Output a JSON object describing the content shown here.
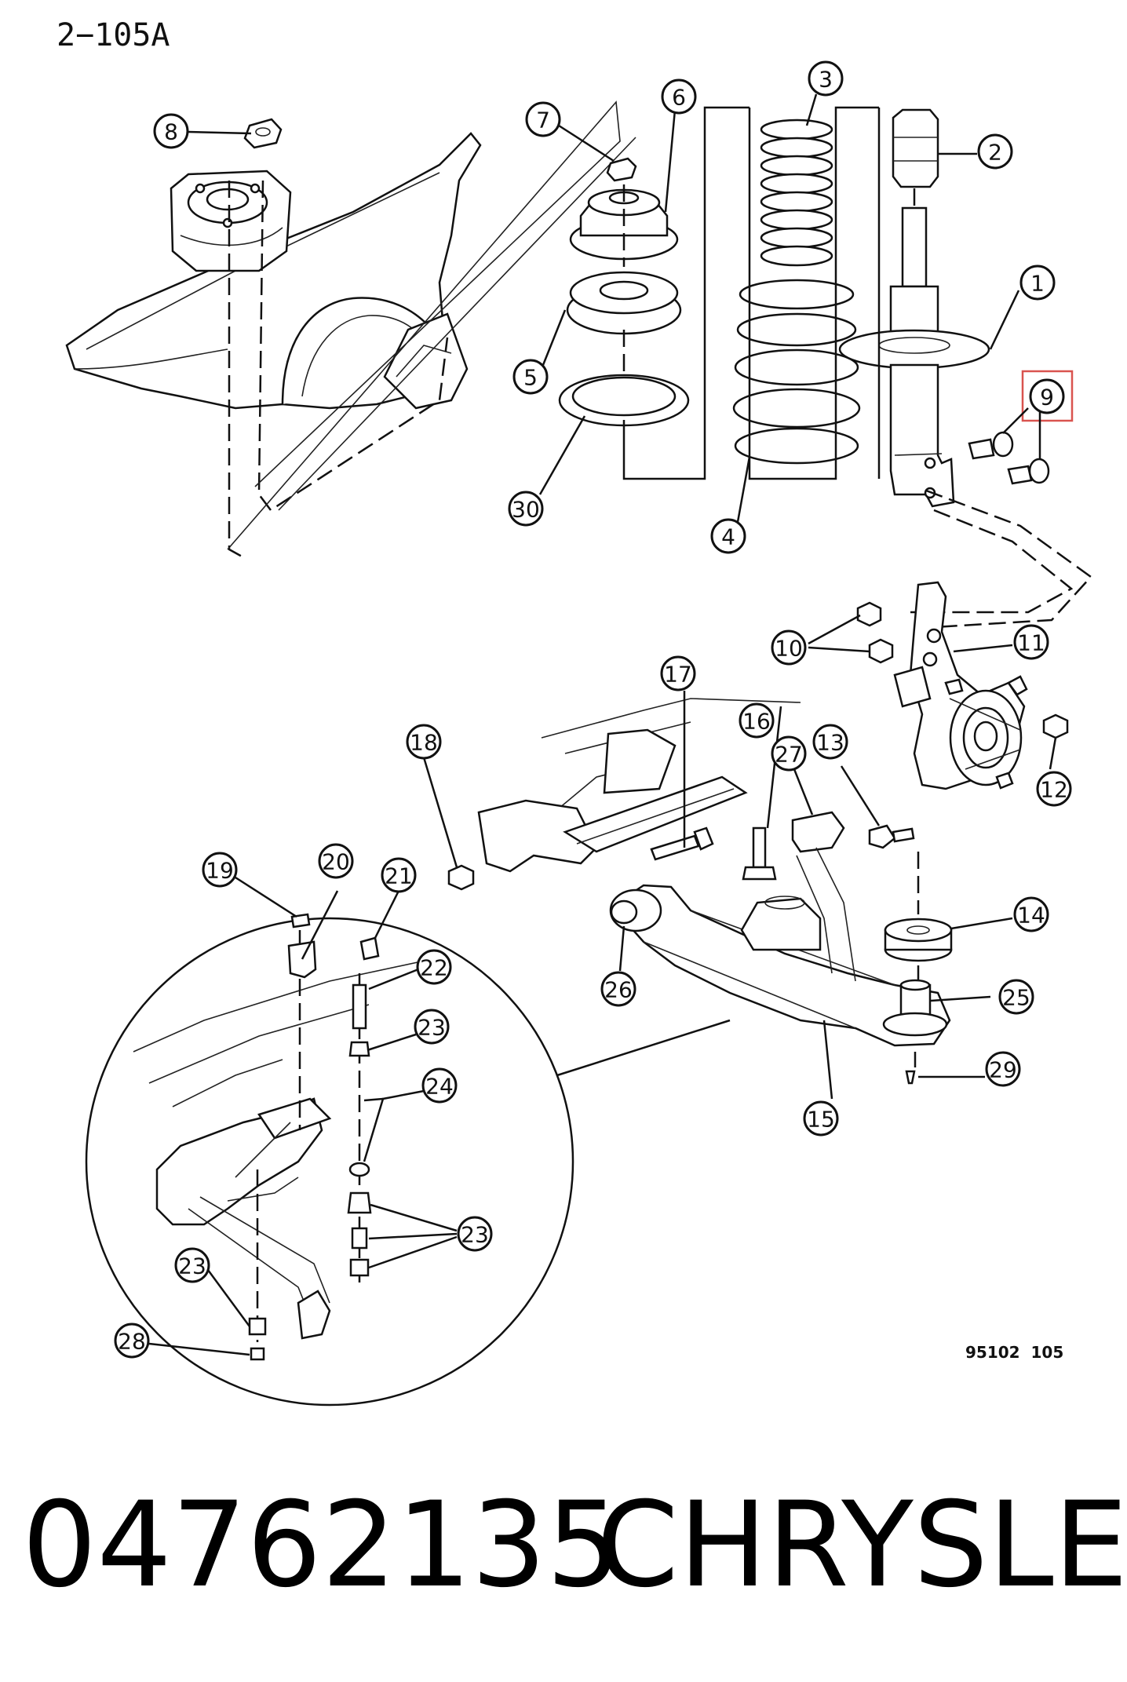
{
  "diagram": {
    "page_code": "2−105A",
    "drawing_number": "95102  105",
    "highlighted_callout": "9",
    "callouts": [
      "1",
      "2",
      "3",
      "4",
      "5",
      "6",
      "7",
      "8",
      "9",
      "10",
      "11",
      "12",
      "13",
      "14",
      "15",
      "16",
      "17",
      "18",
      "19",
      "20",
      "21",
      "22",
      "23",
      "24",
      "25",
      "26",
      "27",
      "28",
      "29",
      "30"
    ]
  },
  "footer": {
    "part_number": "04762135",
    "brand": "CHRYSLER"
  }
}
